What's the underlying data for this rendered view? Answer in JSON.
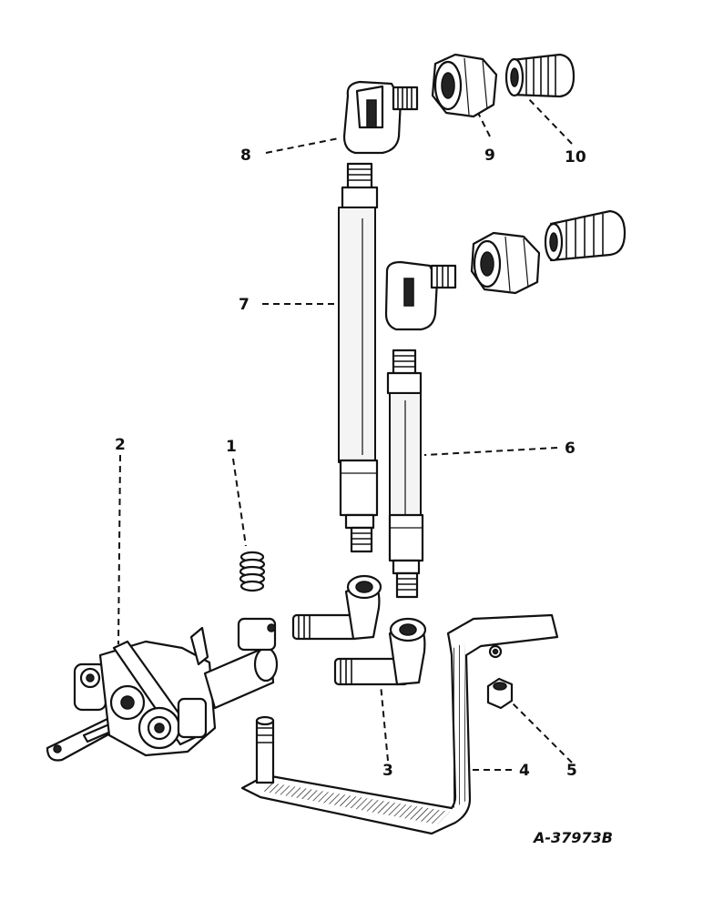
{
  "diagram": {
    "drawing_number": "A-37973B",
    "callouts": [
      {
        "id": "c1",
        "label": "1"
      },
      {
        "id": "c2",
        "label": "2"
      },
      {
        "id": "c3",
        "label": "3"
      },
      {
        "id": "c4",
        "label": "4"
      },
      {
        "id": "c5",
        "label": "5"
      },
      {
        "id": "c6",
        "label": "6"
      },
      {
        "id": "c7",
        "label": "7"
      },
      {
        "id": "c8",
        "label": "8"
      },
      {
        "id": "c9",
        "label": "9"
      },
      {
        "id": "c10",
        "label": "10"
      }
    ]
  }
}
